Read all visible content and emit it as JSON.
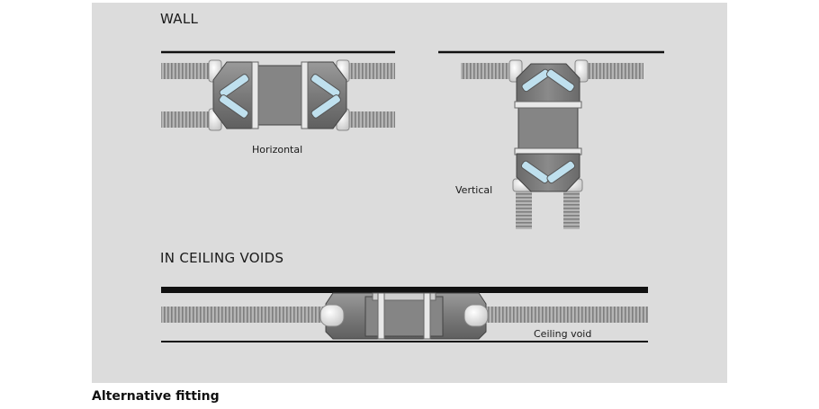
{
  "labels": {
    "wall": "WALL",
    "horizontal": "Horizontal",
    "vertical": "Vertical",
    "ceiling_voids": "IN CEILING VOIDS",
    "ceiling_void": "Ceiling void"
  },
  "caption": "Alternative fitting",
  "colors": {
    "panel_bg": "#dcdcdc",
    "unit_body": "#7d7d7d",
    "duct": "#a8a8a8",
    "filter": "#bfe0ee",
    "line": "#111111"
  },
  "icons": [
    "ventilation-unit-icon",
    "flexible-duct-icon",
    "duct-connector-icon"
  ]
}
